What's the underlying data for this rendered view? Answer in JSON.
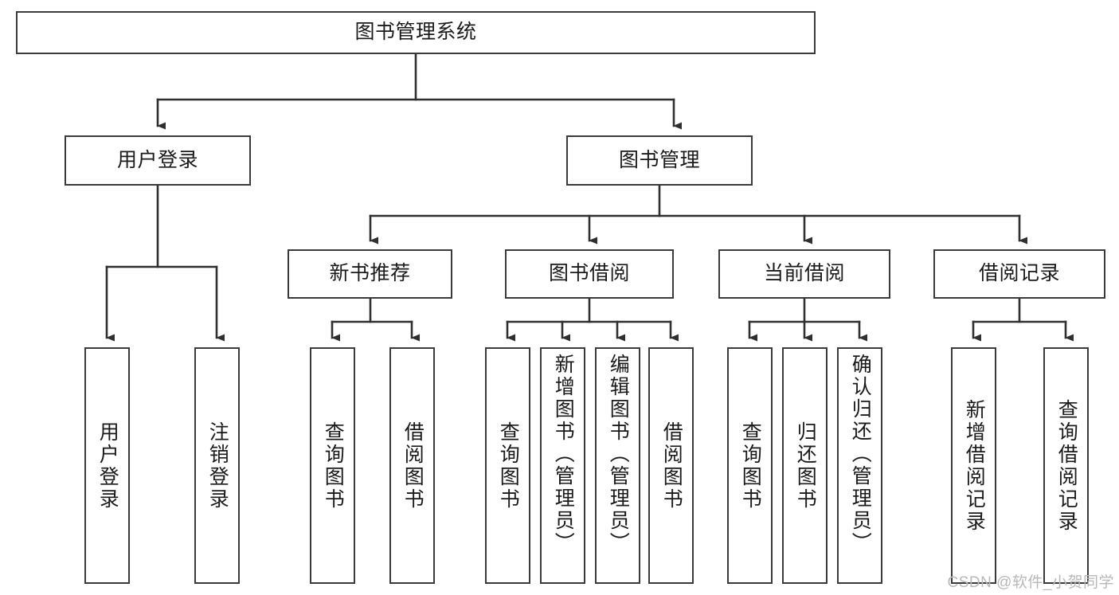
{
  "diagram": {
    "type": "tree-hierarchy-chart",
    "title": "图书管理系统",
    "watermark": "CSDN @软件_小贺同学",
    "colors": {
      "box_border": "#3a3a3a",
      "connector": "#2f2f2f",
      "background": "#ffffff",
      "text": "#1a1a1a",
      "watermark": "#b8b8b8"
    },
    "nodes": {
      "root": {
        "label": "图书管理系统"
      },
      "level2": [
        {
          "label": "用户登录"
        },
        {
          "label": "图书管理"
        }
      ],
      "level3": [
        {
          "label": "新书推荐"
        },
        {
          "label": "图书借阅"
        },
        {
          "label": "当前借阅"
        },
        {
          "label": "借阅记录"
        }
      ],
      "leaves_user_login": [
        {
          "label": "用户登录"
        },
        {
          "label": "注销登录"
        }
      ],
      "leaves_new_book": [
        {
          "label": "查询图书"
        },
        {
          "label": "借阅图书"
        }
      ],
      "leaves_borrow": [
        {
          "label": "查询图书"
        },
        {
          "label": "新增图书（管理员）"
        },
        {
          "label": "编辑图书（管理员）"
        },
        {
          "label": "借阅图书"
        }
      ],
      "leaves_current": [
        {
          "label": "查询图书"
        },
        {
          "label": "归还图书"
        },
        {
          "label": "确认归还（管理员）"
        }
      ],
      "leaves_record": [
        {
          "label": "新增借阅记录"
        },
        {
          "label": "查询借阅记录"
        }
      ]
    }
  }
}
